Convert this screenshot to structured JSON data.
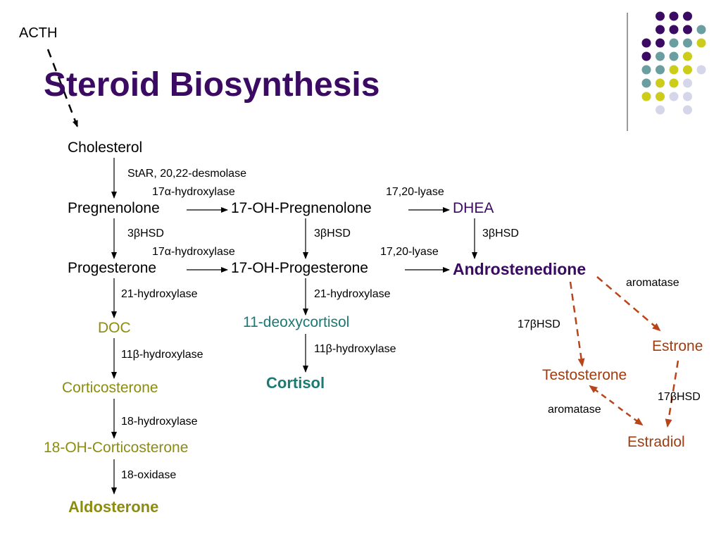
{
  "title": "Steroid Biosynthesis",
  "acth": "ACTH",
  "molecules": {
    "cholesterol": "Cholesterol",
    "pregnenolone": "Pregnenolone",
    "oh_pregnenolone": "17-OH-Pregnenolone",
    "dhea": "DHEA",
    "progesterone": "Progesterone",
    "oh_progesterone": "17-OH-Progesterone",
    "androstenedione": "Androstenedione",
    "doc": "DOC",
    "deoxycortisol": "11-deoxycortisol",
    "corticosterone": "Corticosterone",
    "cortisol": "Cortisol",
    "oh_corticosterone": "18-OH-Corticosterone",
    "aldosterone": "Aldosterone",
    "testosterone": "Testosterone",
    "estrone": "Estrone",
    "estradiol": "Estradiol"
  },
  "enzymes": {
    "star": "StAR, 20,22-desmolase",
    "hydroxylase17_top": "17α-hydroxylase",
    "lyase_top": "17,20-lyase",
    "hsd_left": "3βHSD",
    "hsd_mid": "3βHSD",
    "hsd_right": "3βHSD",
    "hydroxylase17_bottom": "17α-hydroxylase",
    "lyase_bottom": "17,20-lyase",
    "hydroxylase21_left": "21-hydroxylase",
    "hydroxylase21_mid": "21-hydroxylase",
    "aromatase_top": "aromatase",
    "hsd17_left": "17βHSD",
    "hydroxylase11b_left": "11β-hydroxylase",
    "hydroxylase11b_mid": "11β-hydroxylase",
    "hsd17_right": "17βHSD",
    "aromatase_bottom": "aromatase",
    "hydroxylase18": "18-hydroxylase",
    "oxidase18": "18-oxidase"
  },
  "colors": {
    "title": "#3b0a63",
    "olive": "#8c8c12",
    "teal": "#1a7a74",
    "brown": "#a03c10",
    "dot_purple": "#3b0a63",
    "dot_teal": "#6b9ea0",
    "dot_yellow": "#cccc1a",
    "dot_lavender": "#d6d6ea"
  },
  "decoration_icon": "dot-grid-icon"
}
